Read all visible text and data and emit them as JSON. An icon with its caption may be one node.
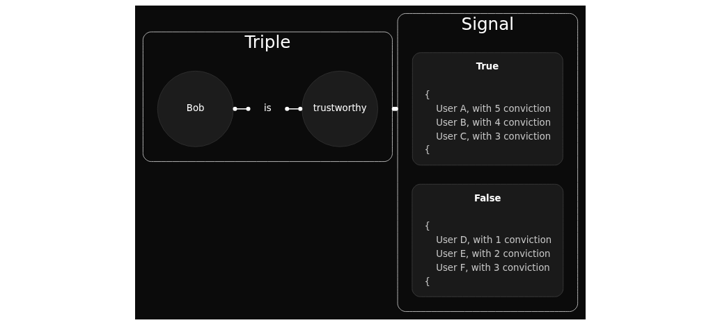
{
  "diagram": {
    "nodes": [
      {
        "text": [
          "Triple"
        ]
      },
      {
        "text": [
          "Bob"
        ],
        "in": 0
      },
      {
        "text": [
          "is"
        ],
        "in": 0
      },
      {
        "text": [
          "trustworthy"
        ],
        "in": 0
      },
      {
        "text": [
          "Signal"
        ]
      },
      {
        "text": [
          "True",
          "{",
          "User A, with 5 conviction",
          "User B, with 4 conviction",
          "User C, with 3 conviction",
          "{"
        ],
        "in": 4
      },
      {
        "text": [
          "False",
          "{",
          "User D, with 1 conviction",
          "User E, with 2 conviction",
          "User F, with 3 conviction",
          "{"
        ],
        "in": 4
      }
    ],
    "edges": [
      {
        "from": 1,
        "to": 2,
        "arrow": "other"
      },
      {
        "from": 2,
        "to": 3,
        "arrow": "other"
      },
      {
        "from": 0,
        "to": 4,
        "arrow": "other"
      }
    ]
  }
}
